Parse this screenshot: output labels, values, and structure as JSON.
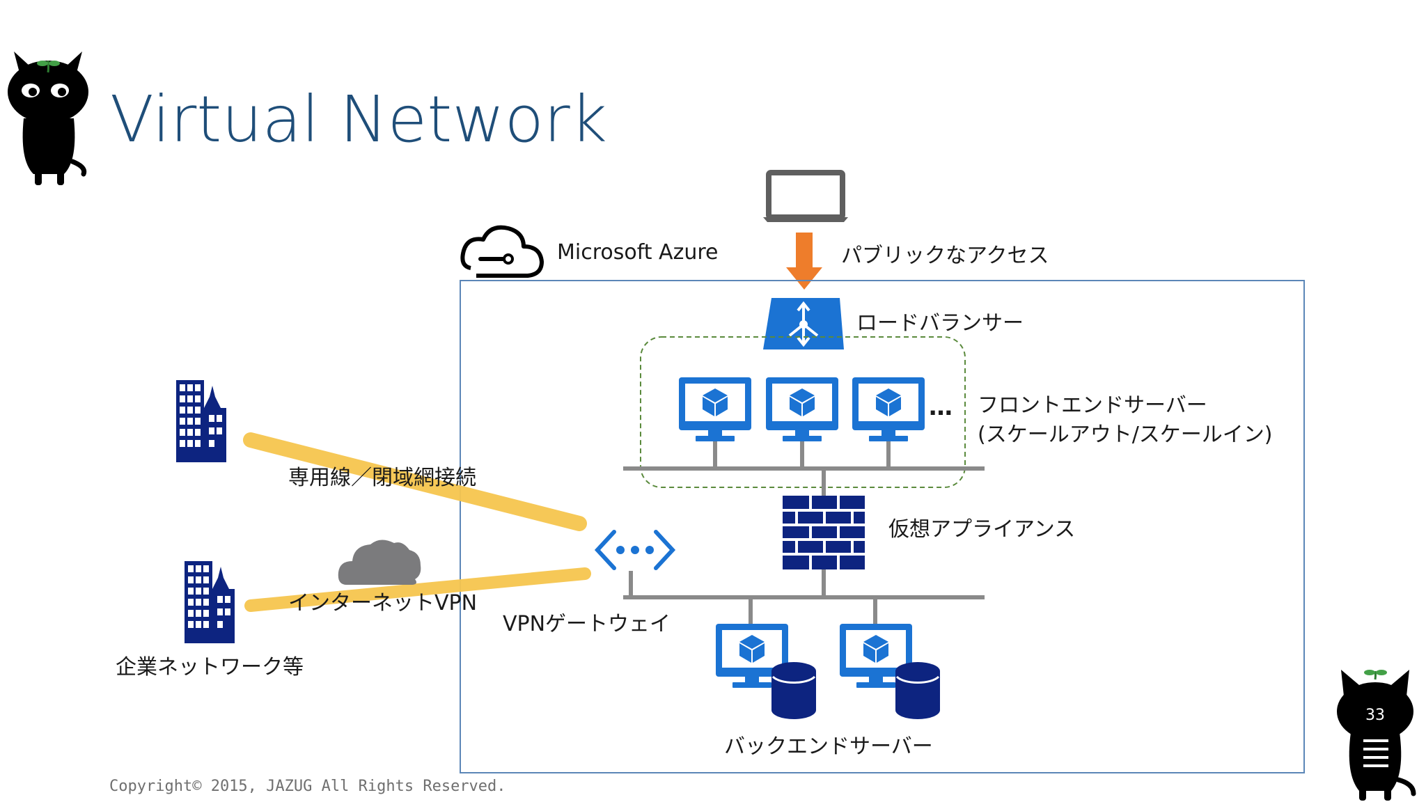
{
  "slide": {
    "title": "Virtual Network",
    "copyright": "Copyright© 2015, JAZUG All Rights Reserved.",
    "page_number": "33"
  },
  "colors": {
    "title": "#1f4e79",
    "azure_blue": "#1b73d3",
    "navy": "#0d2480",
    "link_yellow": "#f6c64f",
    "arrow_orange": "#ee7d2b",
    "frame_border": "#5b86b7",
    "bus_gray": "#8a8a8a",
    "dashed_green": "#5a8a3c",
    "cloud_gray": "#7b7b7d"
  },
  "diagram": {
    "azure_label": "Microsoft Azure",
    "public_access_label": "パブリックなアクセス",
    "load_balancer_label": "ロードバランサー",
    "frontend_label_line1": "フロントエンドサーバー",
    "frontend_label_line2": "(スケールアウト/スケールイン)",
    "frontend_more": "…",
    "virtual_appliance_label": "仮想アプライアンス",
    "vpn_gateway_label": "VPNゲートウェイ",
    "backend_label": "バックエンドサーバー",
    "dedicated_line_label": "専用線／閉域網接続",
    "internet_vpn_label": "インターネットVPN",
    "enterprise_label": "企業ネットワーク等"
  }
}
